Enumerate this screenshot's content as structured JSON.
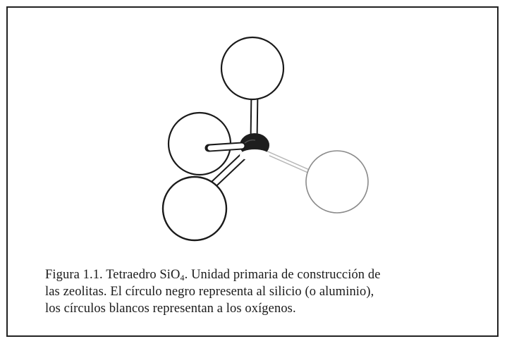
{
  "figure": {
    "caption": {
      "label": "Figura 1.1.",
      "formula_prefix": "Tetraedro SiO",
      "formula_subscript": "4",
      "line1_rest": ". Unidad primaria de construcción de",
      "line2": "las zeolitas. El círculo negro representa al silicio (o aluminio),",
      "line3": "los círculos blancos representan a los oxígenos."
    },
    "atoms": [
      {
        "element": "silicon",
        "fill": "#1e1e1e"
      },
      {
        "element": "oxygen",
        "fill": "#ffffff"
      },
      {
        "element": "oxygen",
        "fill": "#ffffff"
      },
      {
        "element": "oxygen",
        "fill": "#ffffff"
      },
      {
        "element": "oxygen",
        "fill": "#ffffff"
      }
    ],
    "colors": {
      "border": "#222222",
      "stroke": "#1a1a1a"
    }
  }
}
